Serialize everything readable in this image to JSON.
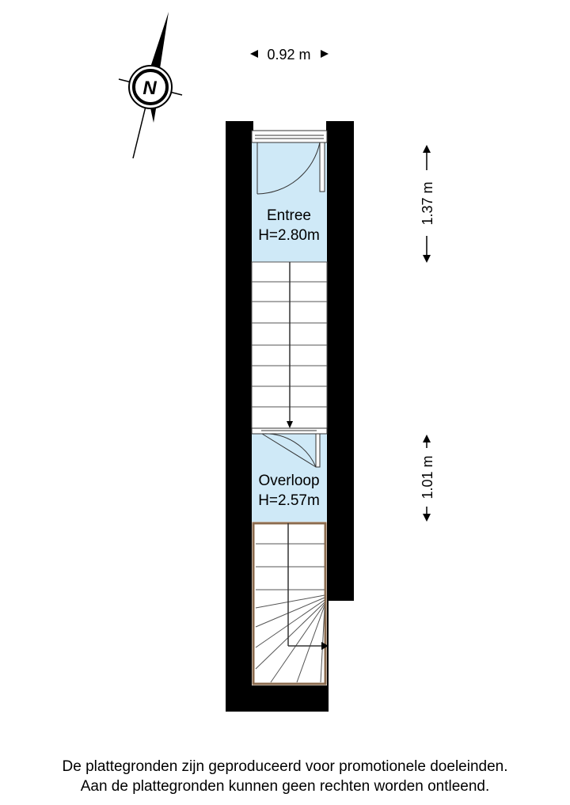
{
  "compass": {
    "letter": "N"
  },
  "dimensions": {
    "width": "0.92 m",
    "entree_depth": "1.37 m",
    "overloop_depth": "1.01 m"
  },
  "rooms": [
    {
      "name": "Entree",
      "height": "H=2.80m"
    },
    {
      "name": "Overloop",
      "height": "H=2.57m"
    }
  ],
  "disclaimer": {
    "line1": "De plattegronden zijn geproduceerd voor promotionele doeleinden.",
    "line2": "Aan de plattegronden kunnen geen rechten worden ontleend."
  },
  "colors": {
    "wall": "#000000",
    "room_fill": "#cfe9f7",
    "stair_fill": "#ffffff",
    "floor_border": "#8b6b4e"
  }
}
